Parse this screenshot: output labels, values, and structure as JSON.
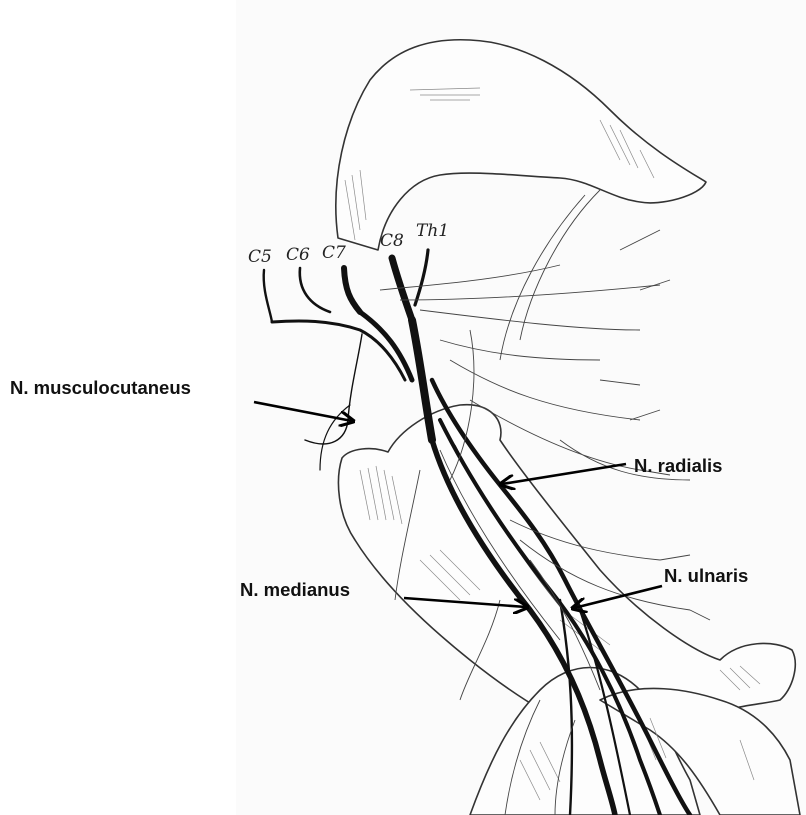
{
  "roots": [
    "C5",
    "C6",
    "C7",
    "C8",
    "Th1"
  ],
  "nerves": {
    "musculocutaneus": "N. musculocutaneus",
    "radialis": "N. radialis",
    "medianus": "N. medianus",
    "ulnaris": "N. ulnaris"
  },
  "colors": {
    "ink": "#111111",
    "paper": "#ffffff"
  }
}
